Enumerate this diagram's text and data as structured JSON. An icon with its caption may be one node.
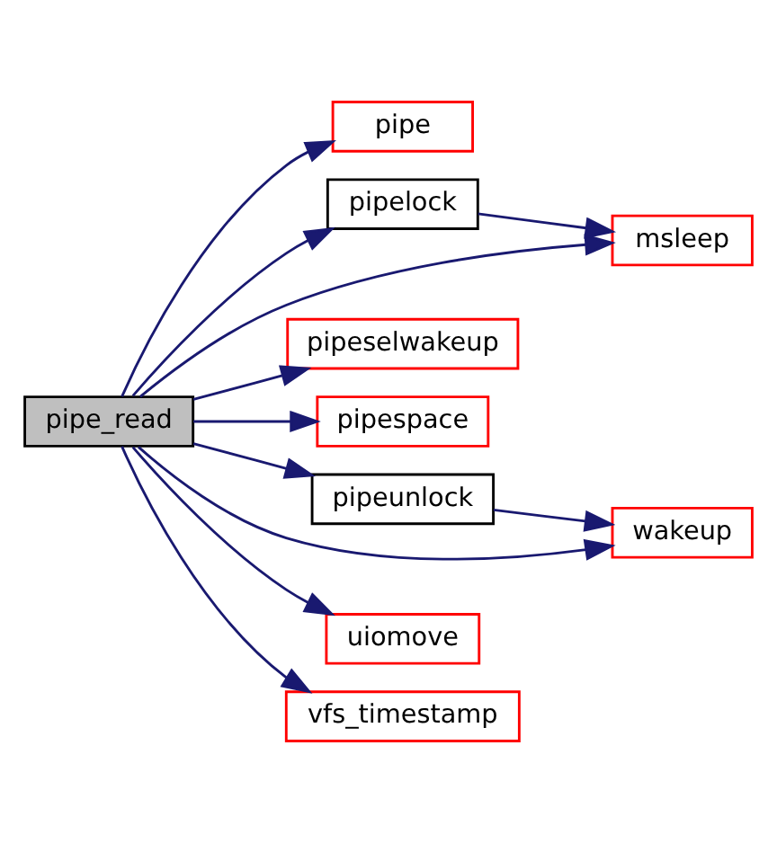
{
  "diagram": {
    "nodes": [
      {
        "text": [
          "pipe_read"
        ]
      },
      {
        "text": [
          "pipe"
        ]
      },
      {
        "text": [
          "pipelock"
        ]
      },
      {
        "text": [
          "msleep"
        ]
      },
      {
        "text": [
          "pipeselwakeup"
        ]
      },
      {
        "text": [
          "pipespace"
        ]
      },
      {
        "text": [
          "pipeunlock"
        ]
      },
      {
        "text": [
          "wakeup"
        ]
      },
      {
        "text": [
          "uiomove"
        ]
      },
      {
        "text": [
          "vfs_timestamp"
        ]
      }
    ],
    "edges": [
      {
        "from": 0,
        "to": 3,
        "arrow": "to"
      },
      {
        "from": 0,
        "to": 1,
        "arrow": "to"
      },
      {
        "from": 0,
        "to": 2,
        "arrow": "to"
      },
      {
        "from": 2,
        "to": 3,
        "arrow": "to"
      },
      {
        "from": 0,
        "to": 4,
        "arrow": "to"
      },
      {
        "from": 0,
        "to": 5,
        "arrow": "to"
      },
      {
        "from": 0,
        "to": 6,
        "arrow": "to"
      },
      {
        "from": 6,
        "to": 7,
        "arrow": "to"
      },
      {
        "from": 0,
        "to": 7,
        "arrow": "to"
      },
      {
        "from": 0,
        "to": 8,
        "arrow": "to"
      },
      {
        "from": 0,
        "to": 9,
        "arrow": "to"
      }
    ]
  }
}
